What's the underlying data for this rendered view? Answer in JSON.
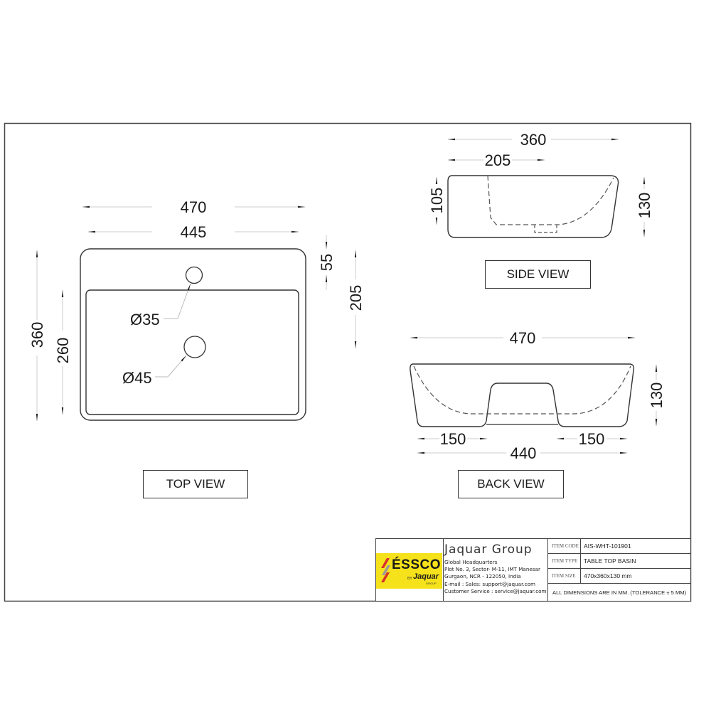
{
  "drawing": {
    "views": {
      "top": {
        "label": "TOP VIEW",
        "dimensions": {
          "overall_width": "470",
          "inner_width": "445",
          "overall_depth": "360",
          "inner_depth": "260",
          "tap_hole_offset": "55",
          "drain_offset": "205"
        },
        "callouts": {
          "tap_hole": "Ø35",
          "drain": "Ø45"
        }
      },
      "side": {
        "label": "SIDE VIEW",
        "dimensions": {
          "depth": "360",
          "bowl_offset": "205",
          "inner_height": "105",
          "overall_height": "130"
        }
      },
      "back": {
        "label": "BACK VIEW",
        "dimensions": {
          "top_width": "470",
          "height": "130",
          "foot_left": "150",
          "foot_right": "150",
          "base_width": "440"
        }
      }
    }
  },
  "title_block": {
    "logo": {
      "brand": "ÉSSCO",
      "by": "BY",
      "parent": "Jaquar",
      "group": "GROUP",
      "bg_color": "#f5e21a"
    },
    "company": {
      "name": "Jaquar Group",
      "lines": [
        "Global Headquarters",
        "Plot No. 3, Sector- M-11, IMT Manesar",
        "Gurgaon, NCR - 122050, India",
        "E-mail : Sales: support@jaquar.com",
        "Customer Service : service@jaquar.com"
      ]
    },
    "fields": [
      {
        "key": "ITEM CODE",
        "value": "AIS-WHT-101901"
      },
      {
        "key": "ITEM TYPE",
        "value": "TABLE TOP BASIN"
      },
      {
        "key": "ITEM SIZE",
        "value": "470x360x130  mm"
      }
    ],
    "note": "ALL DIMENSIONS ARE IN MM. (TOLERANCE ± 5 MM)"
  }
}
